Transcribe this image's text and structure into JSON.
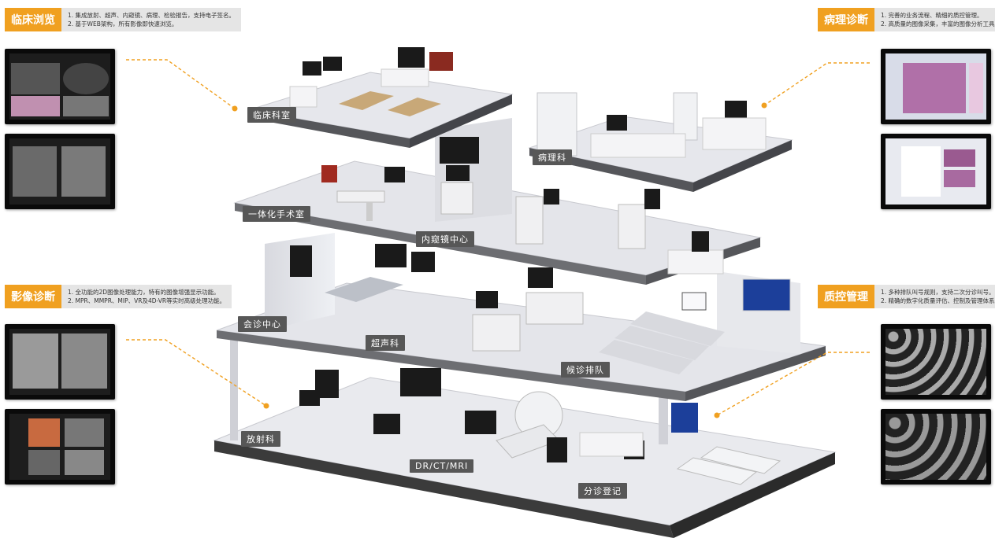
{
  "callouts": {
    "clinical": {
      "title": "临床浏览",
      "notes": [
        "1.  集成放射、超声、内窥镜、病理、检验报告，支持电子签名。",
        "2.  基于WEB架构，所有影像即快速浏览。"
      ]
    },
    "imaging": {
      "title": "影像诊断",
      "notes": [
        "1.  全功能的2D图像处理能力，特有的图像增强显示功能。",
        "2.  MPR、MMPR、MIP、VR及4D-VR等实时高级处理功能。"
      ]
    },
    "pathology": {
      "title": "病理诊断",
      "notes": [
        "1.  完善的业务流程、精细的质控管理。",
        "2.  高质量的图像采集，丰富的图像分析工具。"
      ]
    },
    "qc": {
      "title": "质控管理",
      "notes": [
        "1.  多种排队叫号规则，支持二次分诊叫号。",
        "2.  精确的数字化质量评估、控制及管理体系。"
      ]
    }
  },
  "rooms": {
    "clinic": "临床科室",
    "pathology": "病理科",
    "surgery": "一体化手术室",
    "endoscopy": "内窥镜中心",
    "consult": "会诊中心",
    "ultrasound": "超声科",
    "queue": "候诊排队",
    "radiology": "放射科",
    "drctmri": "DR/CT/MRI",
    "registration": "分诊登记"
  },
  "colors": {
    "accent": "#f0a020",
    "floor": "#e4e5ea",
    "floor_edge": "#3a3a3a",
    "label_bg": "#575757",
    "note_bg": "#e5e5e5"
  }
}
